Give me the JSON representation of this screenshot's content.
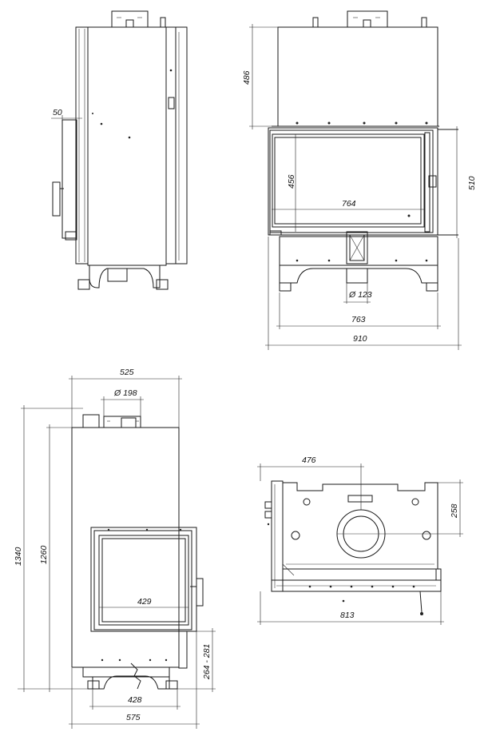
{
  "colors": {
    "stroke": "#1a1a1a",
    "background": "#ffffff"
  },
  "dimensions": {
    "side_depth_offset": "50",
    "front_top_height": "486",
    "front_glass_height": "456",
    "front_door_height": "510",
    "front_glass_width": "764",
    "front_outlet_diameter": "Ø 123",
    "front_base_width": "763",
    "front_total_width": "910",
    "side2_top_width": "525",
    "side2_flue_diameter": "Ø 198",
    "side2_total_height": "1340",
    "side2_body_height": "1260",
    "side2_glass_width": "429",
    "side2_base_height": "264 - 281",
    "side2_base_width": "428",
    "side2_total_width": "575",
    "top_offset": "476",
    "top_depth": "258",
    "top_width": "813"
  }
}
